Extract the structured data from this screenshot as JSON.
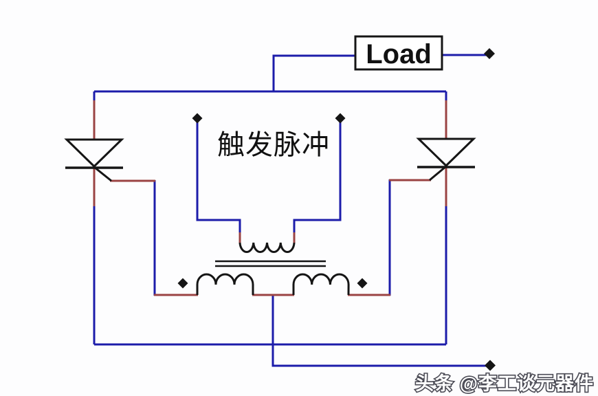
{
  "diagram": {
    "load_label": "Load",
    "trigger_label": "触发脉冲",
    "watermark": "头条 @李工谈元器件"
  },
  "colors": {
    "background": "#fdfdfe",
    "wire_blue": "#1c1caa",
    "wire_red": "#9a4343",
    "symbol_black": "#151515",
    "watermark_fill": "#ffffff",
    "watermark_outline": "#4b4b55"
  }
}
